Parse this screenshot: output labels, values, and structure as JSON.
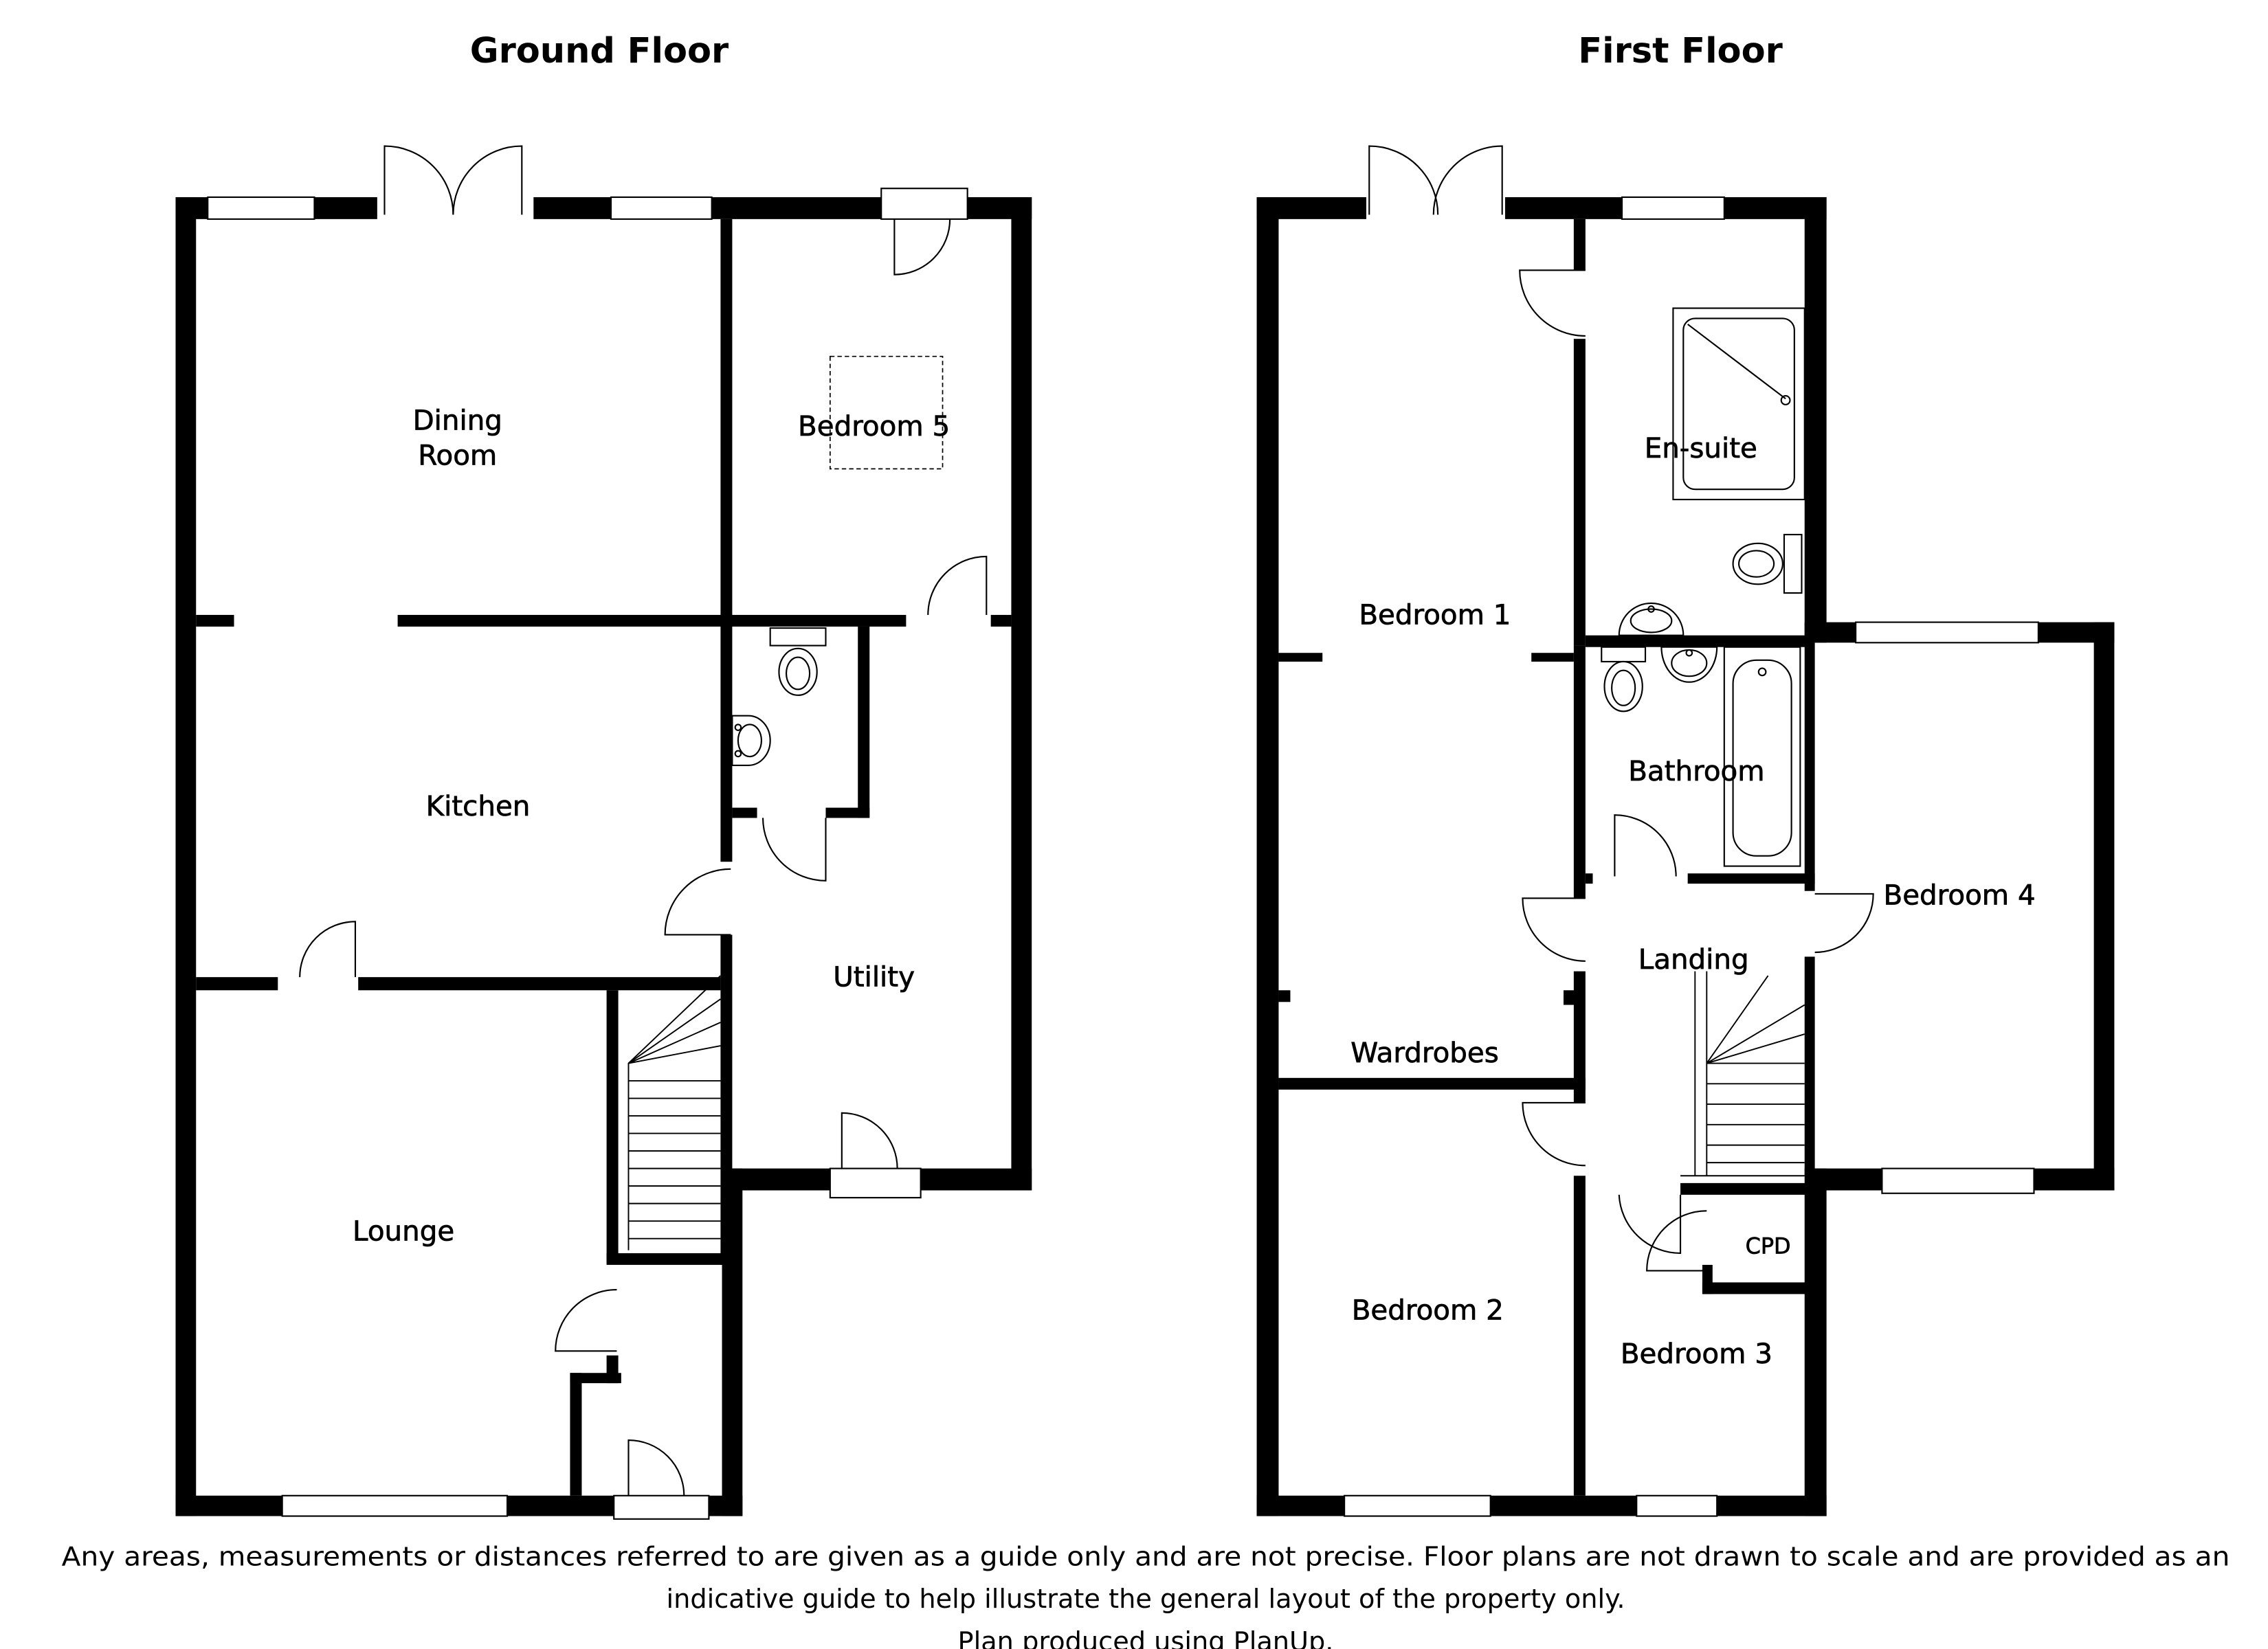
{
  "ground_floor": {
    "title": "Ground Floor",
    "rooms": {
      "dining_room": [
        "Dining",
        "Room"
      ],
      "bedroom_5": "Bedroom 5",
      "kitchen": "Kitchen",
      "utility": "Utility",
      "lounge": "Lounge"
    }
  },
  "first_floor": {
    "title": "First Floor",
    "rooms": {
      "en_suite": "En-suite",
      "bedroom_1": "Bedroom 1",
      "bathroom": "Bathroom",
      "bedroom_4": "Bedroom 4",
      "landing": "Landing",
      "wardrobes": "Wardrobes",
      "cpd": "CPD",
      "bedroom_2": "Bedroom 2",
      "bedroom_3": "Bedroom 3"
    }
  },
  "disclaimer": {
    "lines": [
      "Any areas, measurements or distances referred to are given as a guide only and are not precise. Floor plans are not drawn to scale and are provided as an",
      "indicative guide to help illustrate the general layout of the property only.",
      "Plan produced using PlanUp."
    ]
  }
}
